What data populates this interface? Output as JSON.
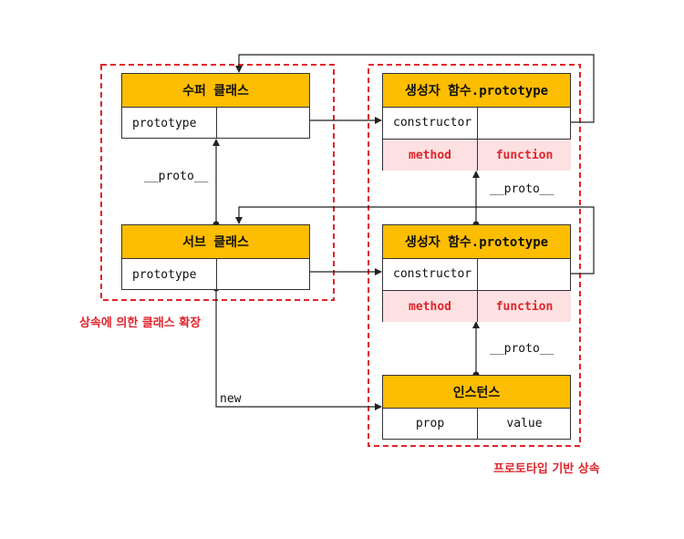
{
  "super_class": {
    "title": "수퍼 클래스",
    "field": "prototype"
  },
  "sub_class": {
    "title": "서브 클래스",
    "field": "prototype"
  },
  "proto_top": {
    "title": "생성자 함수.prototype",
    "constructor": "constructor",
    "method": "method",
    "function": "function"
  },
  "proto_mid": {
    "title": "생성자 함수.prototype",
    "constructor": "constructor",
    "method": "method",
    "function": "function"
  },
  "instance": {
    "title": "인스턴스",
    "prop": "prop",
    "value": "value"
  },
  "labels": {
    "proto_left": "__proto__",
    "proto_right_top": "__proto__",
    "proto_right_bottom": "__proto__",
    "new": "new"
  },
  "captions": {
    "class_extension": "상속에 의한 클래스 확장",
    "prototype_inheritance": "프로토타입 기반 상속"
  },
  "colors": {
    "header": "#fdbd00",
    "dashed_frame": "#e0242b",
    "pink_row": "#fde1e2",
    "caption": "#e0242b"
  }
}
